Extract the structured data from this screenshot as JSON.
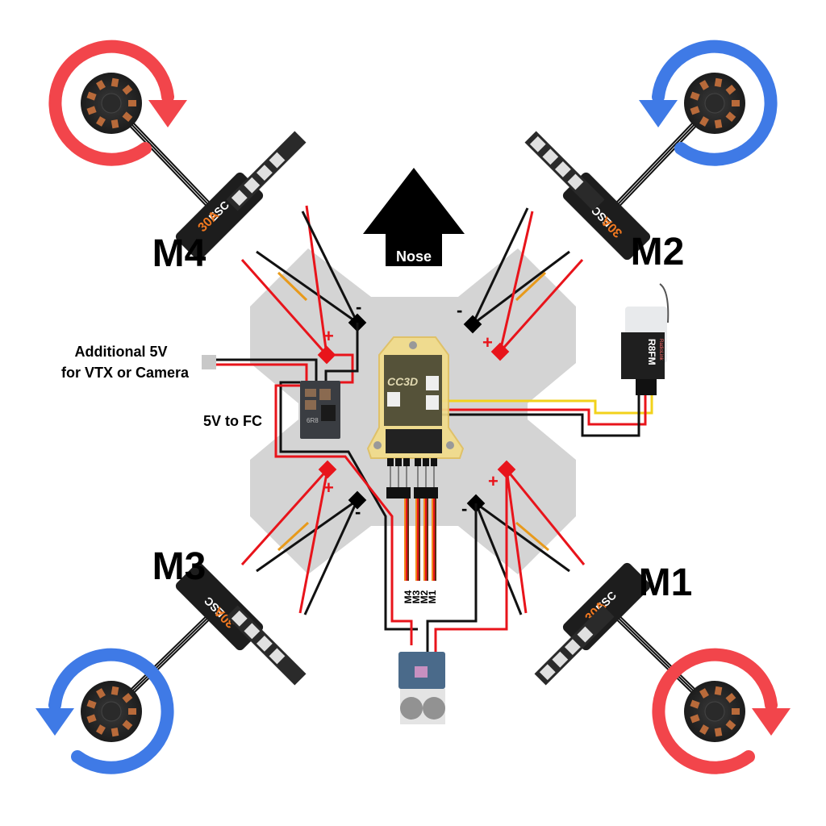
{
  "diagram": {
    "title": "Quadcopter wiring diagram",
    "nose_label": "Nose",
    "motors": [
      {
        "id": "M1",
        "label": "M1",
        "position": "bottom-right",
        "rotation": "clockwise",
        "arrow_color": "#f2454b"
      },
      {
        "id": "M2",
        "label": "M2",
        "position": "top-right",
        "rotation": "counter-clockwise",
        "arrow_color": "#3f7ae6"
      },
      {
        "id": "M3",
        "label": "M3",
        "position": "bottom-left",
        "rotation": "counter-clockwise",
        "arrow_color": "#3f7ae6"
      },
      {
        "id": "M4",
        "label": "M4",
        "position": "top-left",
        "rotation": "clockwise",
        "arrow_color": "#f2454b"
      }
    ],
    "esc": {
      "brand": "ESC",
      "rating": "30A"
    },
    "pad_labels": {
      "positive": "+",
      "negative": "-"
    },
    "annotations": {
      "additional_5v_line1": "Additional 5V",
      "additional_5v_line2": "for VTX or Camera",
      "five_v_to_fc": "5V to FC"
    },
    "flight_controller": {
      "name": "CC3D"
    },
    "receiver": {
      "brand": "RadioLink",
      "model": "R8FM"
    },
    "pwm_outputs": [
      "M4",
      "M3",
      "M2",
      "M1"
    ],
    "regulator": {
      "marking": "6R8"
    },
    "colors": {
      "frame": "#d4d4d4",
      "positive_wire": "#e8141b",
      "negative_wire": "#111111",
      "signal_wire": "#f2d21b",
      "cw_arrow": "#f2454b",
      "ccw_arrow": "#3f7ae6"
    }
  }
}
